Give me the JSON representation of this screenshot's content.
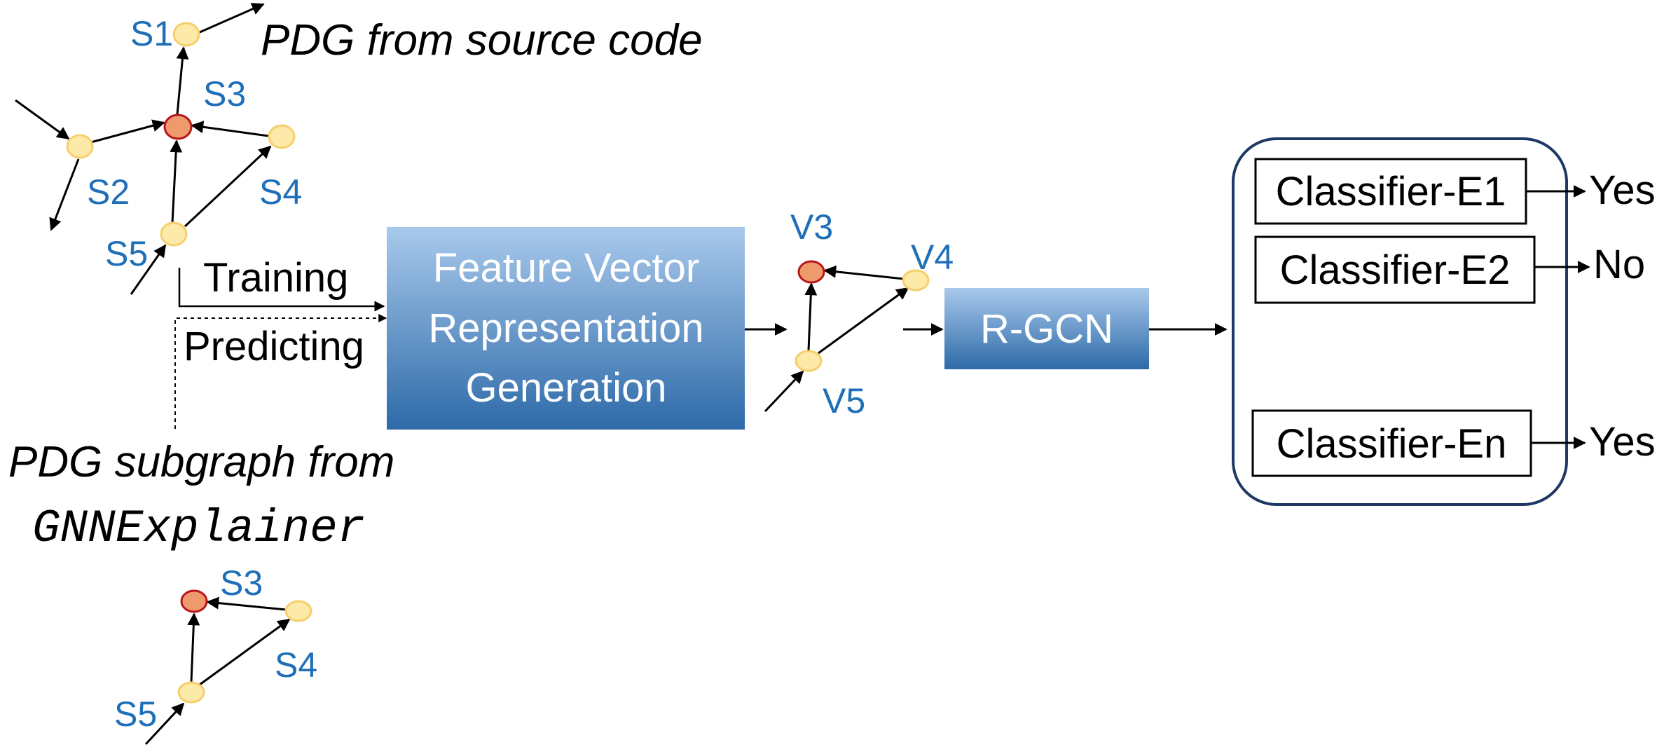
{
  "titles": {
    "pdg_source": "PDG from source code",
    "pdg_subgraph_line1": "PDG subgraph from",
    "pdg_subgraph_line2": "GNNExplainer"
  },
  "labels": {
    "training": "Training",
    "predicting": "Predicting"
  },
  "boxes": {
    "feature_line1": "Feature Vector",
    "feature_line2": "Representation",
    "feature_line3": "Generation",
    "rgcn": "R-GCN"
  },
  "classifiers": [
    {
      "label": "Classifier-E1",
      "output": "Yes"
    },
    {
      "label": "Classifier-E2",
      "output": "No"
    },
    {
      "label": "Classifier-En",
      "output": "Yes"
    }
  ],
  "graphs": {
    "source": {
      "nodes": [
        "S1",
        "S2",
        "S3",
        "S4",
        "S5"
      ]
    },
    "vector": {
      "nodes": [
        "V3",
        "V4",
        "V5"
      ]
    },
    "subgraph": {
      "nodes": [
        "S3",
        "S4",
        "S5"
      ]
    }
  },
  "colors": {
    "node_label": "#1f6fb8",
    "yellow_node_fill": "#fde9a8",
    "yellow_node_stroke": "#f5cf6a",
    "red_node_fill": "#ef9a6c",
    "red_node_stroke": "#b8161c",
    "box_gradient_top": "#a9c9ec",
    "box_gradient_bottom": "#2d6aa8",
    "ensemble_border": "#1f3864"
  }
}
